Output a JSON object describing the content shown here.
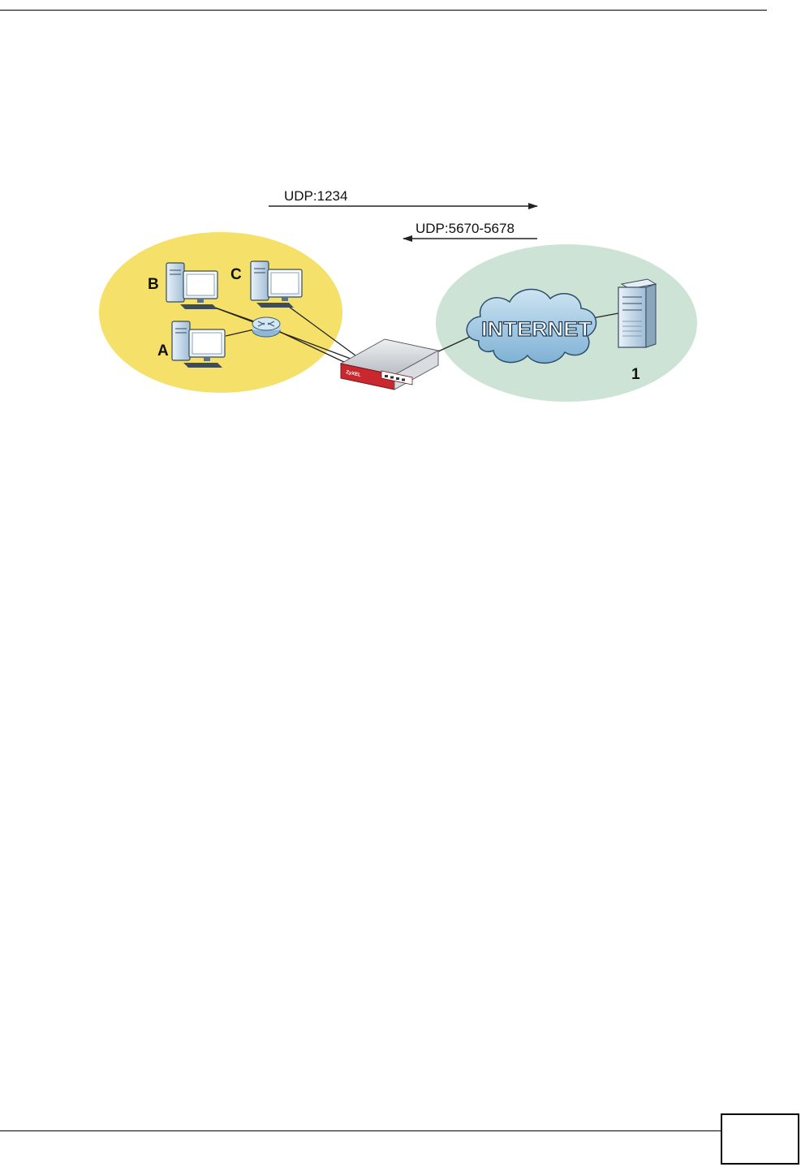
{
  "diagram": {
    "arrow_out_label": "UDP:1234",
    "arrow_in_label": "UDP:5670-5678",
    "cloud_label": "INTERNET",
    "computer_labels": {
      "a": "A",
      "b": "B",
      "c": "C"
    },
    "server_label": "1",
    "colors": {
      "lan_zone": "#f5e06a",
      "wan_zone": "#cde3d6",
      "cloud_fill": "#a9cde4",
      "firewall_accent": "#c8282e"
    }
  }
}
